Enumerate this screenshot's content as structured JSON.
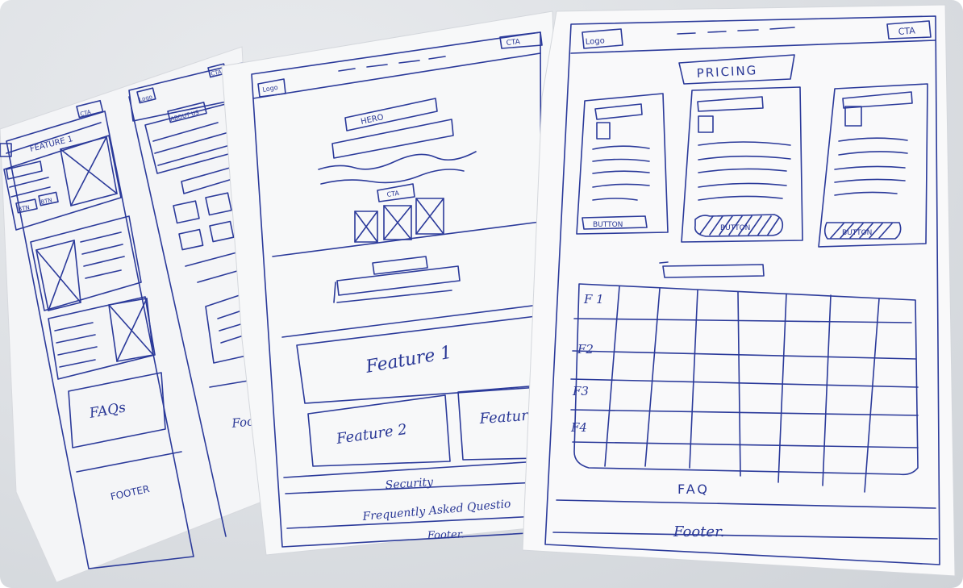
{
  "sheet_left": {
    "labels": [
      "FEATURE 1",
      "CTA",
      "BTN",
      "BTN",
      "FAQs",
      "FOOTER"
    ],
    "partial_labels": [
      "ABOUT US",
      "Logo",
      "CTA",
      "Foot"
    ]
  },
  "sheet_middle": {
    "logo": "Logo",
    "cta": "CTA",
    "hero": "HERO",
    "hero_cta": "CTA",
    "feature_1": "Feature 1",
    "feature_2": "Feature 2",
    "feature_3": "Feature",
    "security": "Security",
    "faq": "Frequently Asked Questio",
    "footer": "Footer."
  },
  "sheet_right": {
    "logo": "Logo",
    "cta": "CTA",
    "pricing": "PRICING",
    "card_buttons": [
      "BUTTON",
      "BUTTON",
      "BUTTON"
    ],
    "table_rows": [
      "F 1",
      "F2",
      "F3",
      "F4"
    ],
    "faq": "FAQ",
    "footer": "Footer."
  }
}
